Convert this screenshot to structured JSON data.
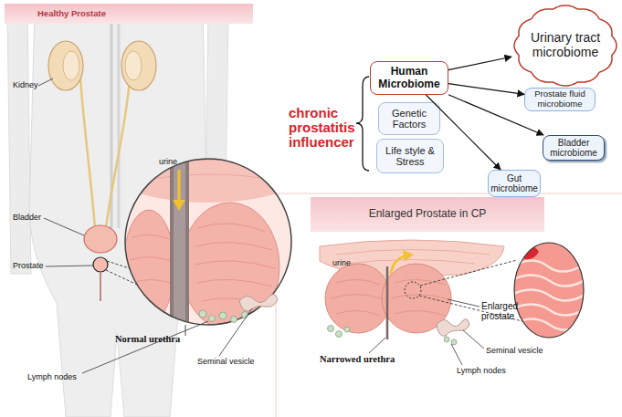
{
  "diagram": {
    "nodes": [
      {
        "text": [
          "Healthy Prostate"
        ]
      },
      {
        "text": [
          "Human Microbiome"
        ]
      },
      {
        "text": [
          "Urinary tract microbiome"
        ]
      },
      {
        "text": [
          "Genetic Factors"
        ]
      },
      {
        "text": [
          "Prostate fluid microbiome"
        ]
      },
      {
        "text": [
          "Life style & Stress"
        ]
      },
      {
        "text": [
          "Bladder microbiome"
        ]
      },
      {
        "text": [
          "Gut microbiome"
        ]
      },
      {
        "text": [
          "Enlarged Prostate in CP"
        ]
      }
    ],
    "edges": [
      {
        "from": 1,
        "to": 2,
        "arrow": "to"
      },
      {
        "from": 1,
        "to": 4,
        "arrow": "to"
      },
      {
        "from": 1,
        "to": 6,
        "arrow": "to"
      },
      {
        "from": 1,
        "to": 7,
        "arrow": "to"
      }
    ],
    "labels": [
      "Kidney",
      "urine",
      "Bladder",
      "Prostate",
      "Normal urethra",
      "Seminal vesicle",
      "Lymph nodes",
      "chronic prostatitis influencer",
      "urine",
      "Enlarged prostate",
      "Narrowed urethra",
      "Seminal vesicle",
      "Lymph nodes"
    ]
  }
}
